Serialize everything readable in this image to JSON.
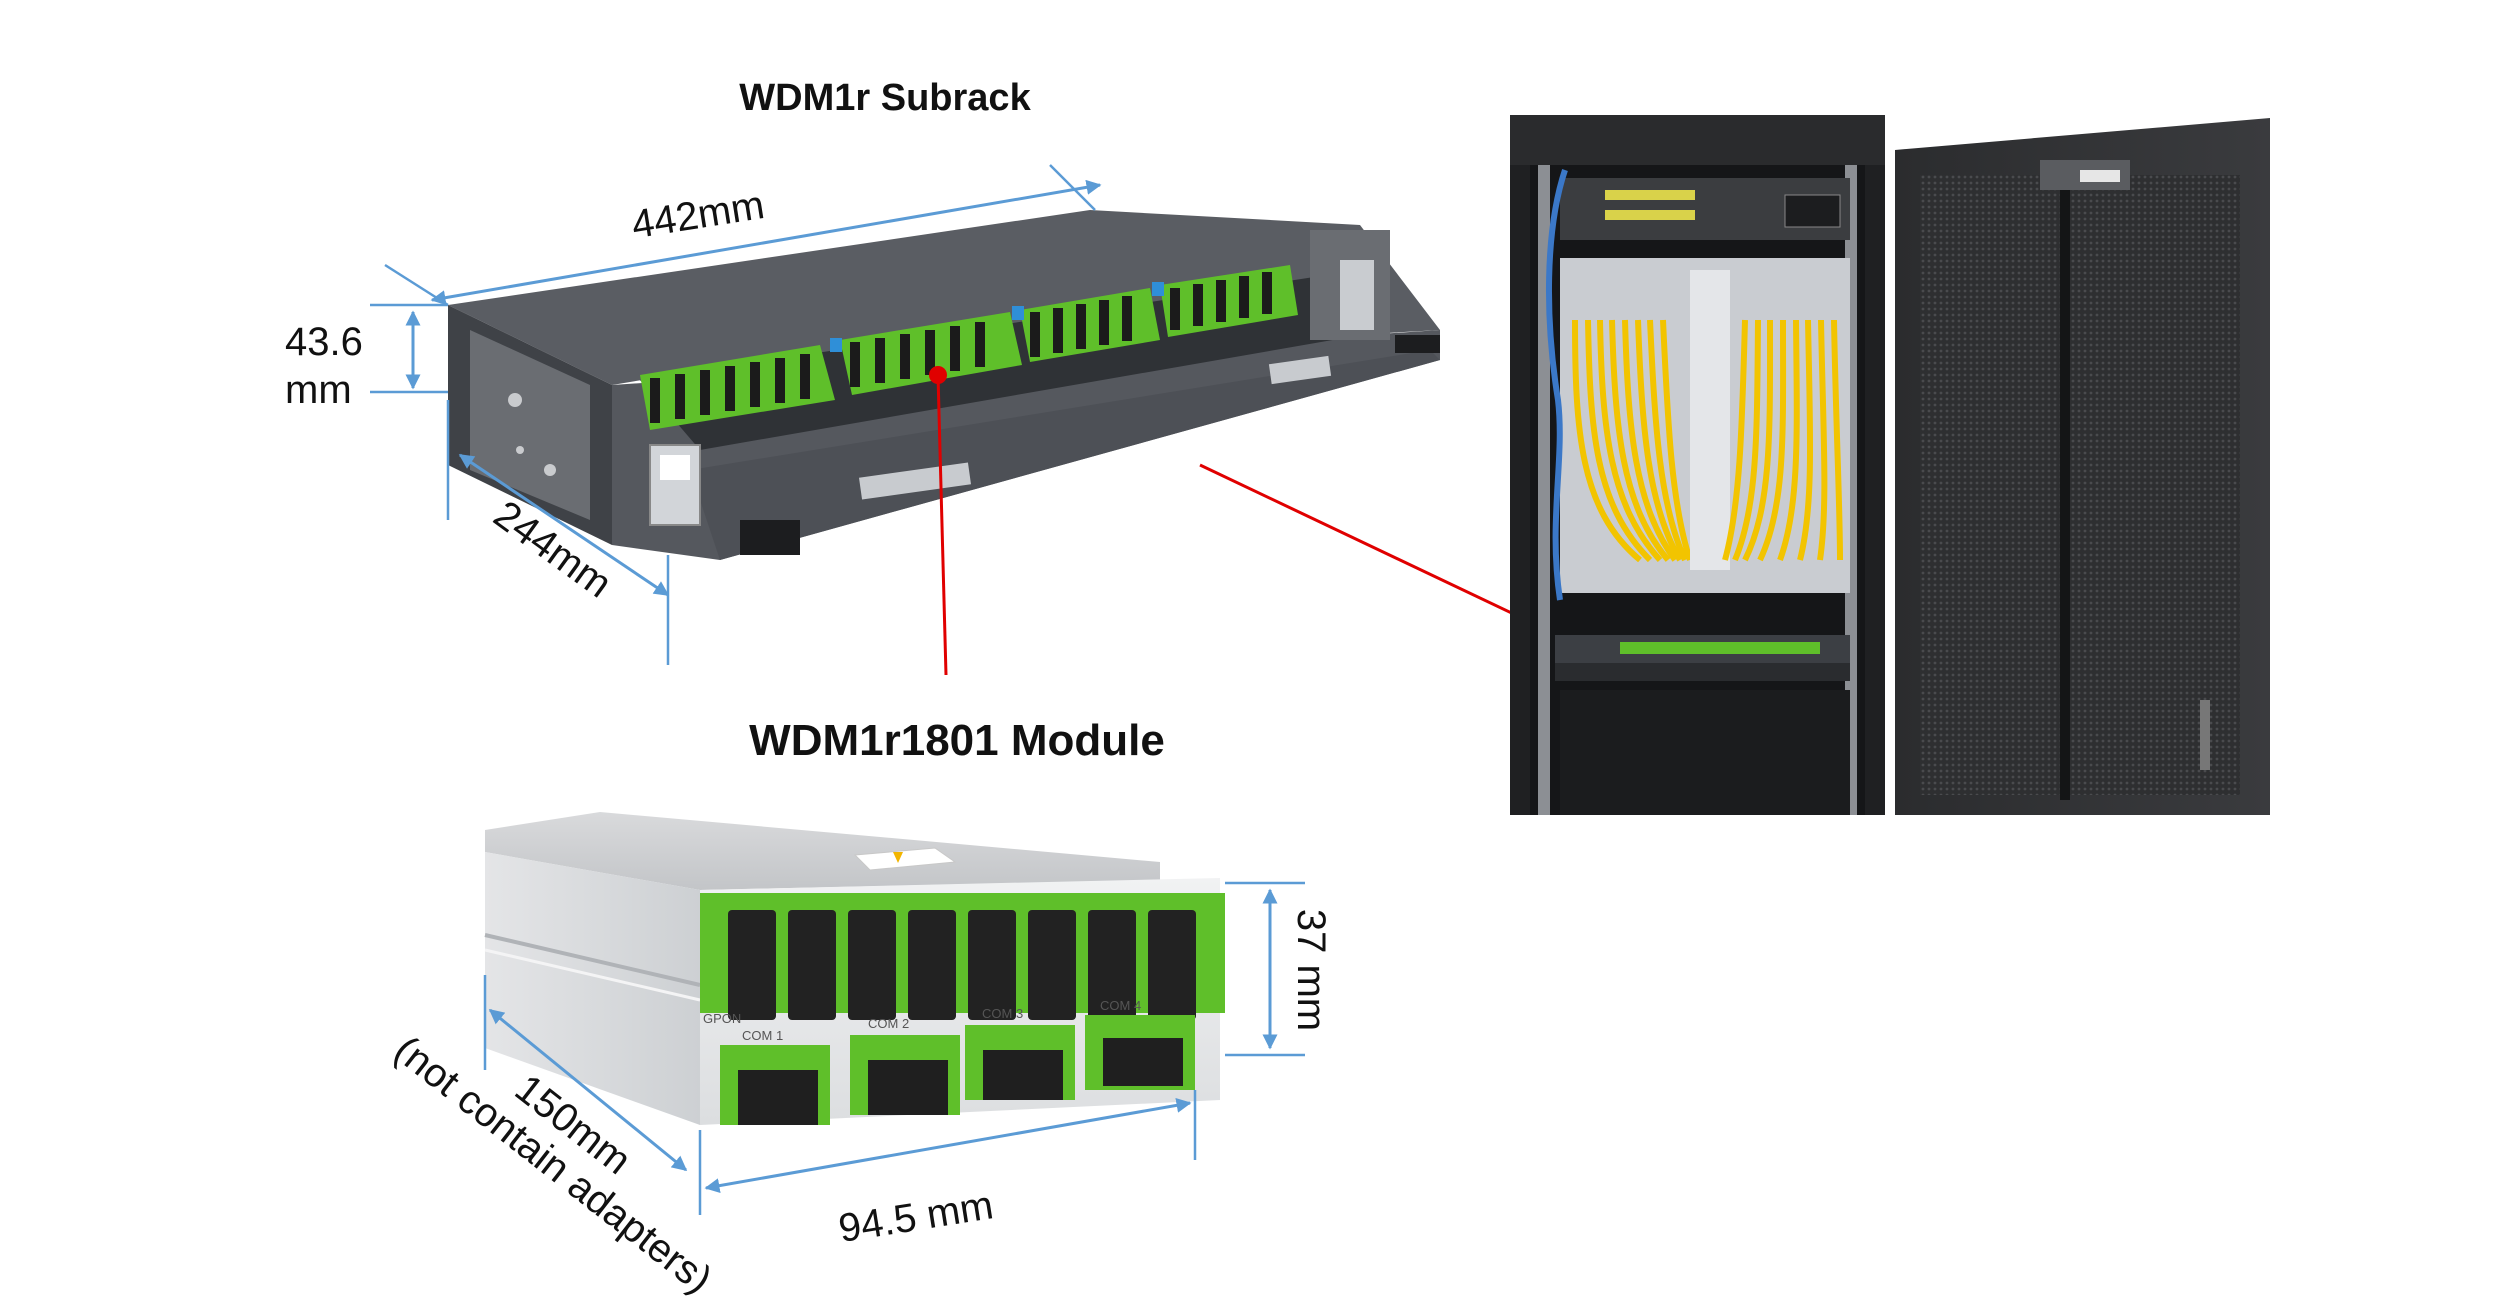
{
  "subrack": {
    "title": "WDM1r Subrack",
    "width_label": "442mm",
    "height_value": "43.6",
    "height_unit": "mm",
    "depth_label": "244mm"
  },
  "module": {
    "title": "WDM1r1801 Module",
    "height_label": "37 mm",
    "width_label": "94.5 mm",
    "depth_label": "150mm",
    "depth_note": "(not contain adapters)",
    "port_labels": [
      "GPON",
      "COM 1",
      "COM 2",
      "COM 3",
      "COM 4"
    ]
  },
  "colors": {
    "dimension_line": "#5b9bd5",
    "callout_line": "#e00000",
    "adapter_green": "#5fbf2a",
    "fiber_yellow": "#f2c400",
    "chassis_dark": "#4a4d52"
  }
}
